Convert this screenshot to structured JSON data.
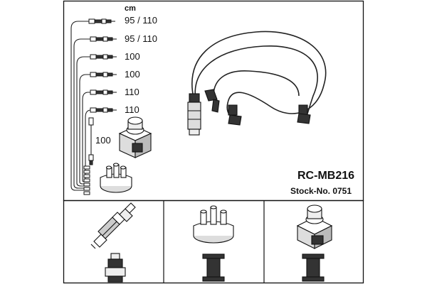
{
  "kit": {
    "unit": "cm",
    "model": "RC-MB216",
    "stock": "Stock-No. 0751"
  },
  "leads": [
    {
      "length": "95 / 110"
    },
    {
      "length": "95 / 110"
    },
    {
      "length": "100"
    },
    {
      "length": "100"
    },
    {
      "length": "110"
    },
    {
      "length": "110"
    }
  ],
  "coil_lead": {
    "length": "100"
  },
  "components": [
    {
      "icon": "spark-plug-icon"
    },
    {
      "icon": "distributor-cap-icon"
    },
    {
      "icon": "ignition-coil-icon"
    }
  ],
  "connectors": [
    {
      "icon": "plug-boot-icon"
    },
    {
      "icon": "cap-terminal-icon"
    },
    {
      "icon": "coil-terminal-icon"
    }
  ]
}
